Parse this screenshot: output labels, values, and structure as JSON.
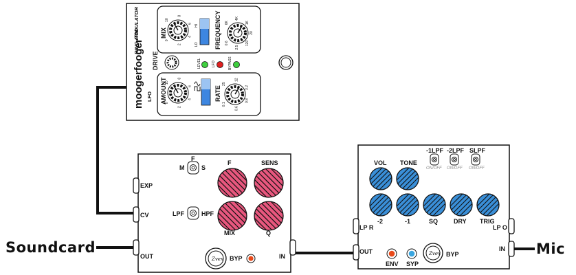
{
  "endpoints": {
    "soundcard": "Soundcard",
    "mic": "Mic"
  },
  "moogerfooger": {
    "brand": "moogerfooger™",
    "modulator_title": "RING MODULATOR",
    "lfo_title": "LFO",
    "mix": "MIX",
    "mix_scale": [
      "0",
      "2",
      "4",
      "6",
      "8",
      "10"
    ],
    "switch_hi": "HI",
    "switch_lo": "LO",
    "frequency": "FREQUENCY",
    "freq_scale": [
      "0.6",
      "2.5",
      "120",
      "20",
      "1K",
      "4K",
      "6K"
    ],
    "drive": "DRIVE",
    "level": "LEVEL",
    "lfo_led": "LFO",
    "bypass": "BYPASS",
    "amount": "AMOUNT",
    "amount_scale": [
      "0",
      "2",
      "4",
      "6",
      "8",
      "10"
    ],
    "rate": "RATE",
    "rate_scale": [
      "0.1",
      "0.6",
      "0.8",
      "3.2",
      "12",
      "25"
    ]
  },
  "filter_pedal": {
    "exp": "EXP",
    "cv": "CV",
    "out": "OUT",
    "in": "IN",
    "f_switch": "F",
    "m_switch": "M",
    "s_switch": "S",
    "lpf": "LPF",
    "hpf": "HPF",
    "knob_f": "F",
    "knob_sens": "SENS",
    "knob_mix": "MIX",
    "knob_q": "Q",
    "byp": "BYP"
  },
  "multi_pedal": {
    "vol": "VOL",
    "tone": "TONE",
    "sw1": "-1LPF",
    "sw2": "-2LPF",
    "sw3": "SLPF",
    "onoff1": "ON/OFF",
    "onoff2": "ON/OFF",
    "onoff3": "ON/OFF",
    "k_m2": "-2",
    "k_m1": "-1",
    "k_sq": "SQ",
    "k_dry": "DRY",
    "k_trig": "TRIG",
    "lp_r": "LP R",
    "lp_o": "LP O",
    "out": "OUT",
    "in": "IN",
    "env": "ENV",
    "syp": "SYP",
    "byp": "BYP"
  },
  "colors": {
    "pink_knob": "#e8577e",
    "blue_knob": "#3a8fd8",
    "blue_switch": "#3d86e0",
    "led_red": "#e02020",
    "led_green": "#3fcf3f",
    "foot_led_red": "#e84a1a",
    "foot_led_blue": "#3aa6e0"
  }
}
